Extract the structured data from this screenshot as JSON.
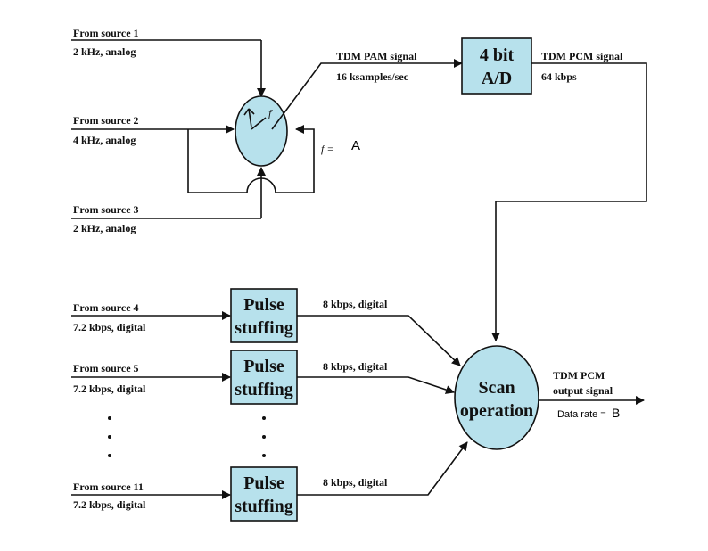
{
  "sources": {
    "s1": {
      "name": "From source 1",
      "desc": "2 kHz, analog"
    },
    "s2": {
      "name": "From source 2",
      "desc": "4 kHz, analog"
    },
    "s3": {
      "name": "From source 3",
      "desc": "2 kHz, analog"
    },
    "s4": {
      "name": "From source 4",
      "desc": "7.2 kbps, digital"
    },
    "s5": {
      "name": "From source 5",
      "desc": "7.2 kbps, digital"
    },
    "s11": {
      "name": "From source 11",
      "desc": "7.2 kbps, digital"
    }
  },
  "commutator": {
    "f_symbol": "f",
    "f_label": "f =",
    "f_value": "A"
  },
  "tdm_pam": {
    "title": "TDM PAM signal",
    "rate": "16 ksamples/sec"
  },
  "ad": {
    "line1": "4 bit",
    "line2": "A/D"
  },
  "tdm_pcm": {
    "title": "TDM PCM signal",
    "rate": "64 kbps"
  },
  "pulse": {
    "line1": "Pulse",
    "line2": "stuffing",
    "rate": "8 kbps, digital"
  },
  "scan": {
    "line1": "Scan",
    "line2": "operation"
  },
  "output": {
    "line1": "TDM PCM",
    "line2": "output signal",
    "rate_label": "Data rate =",
    "rate_value": "B"
  },
  "colors": {
    "box_fill": "#b7e1ec",
    "stroke": "#111111"
  }
}
